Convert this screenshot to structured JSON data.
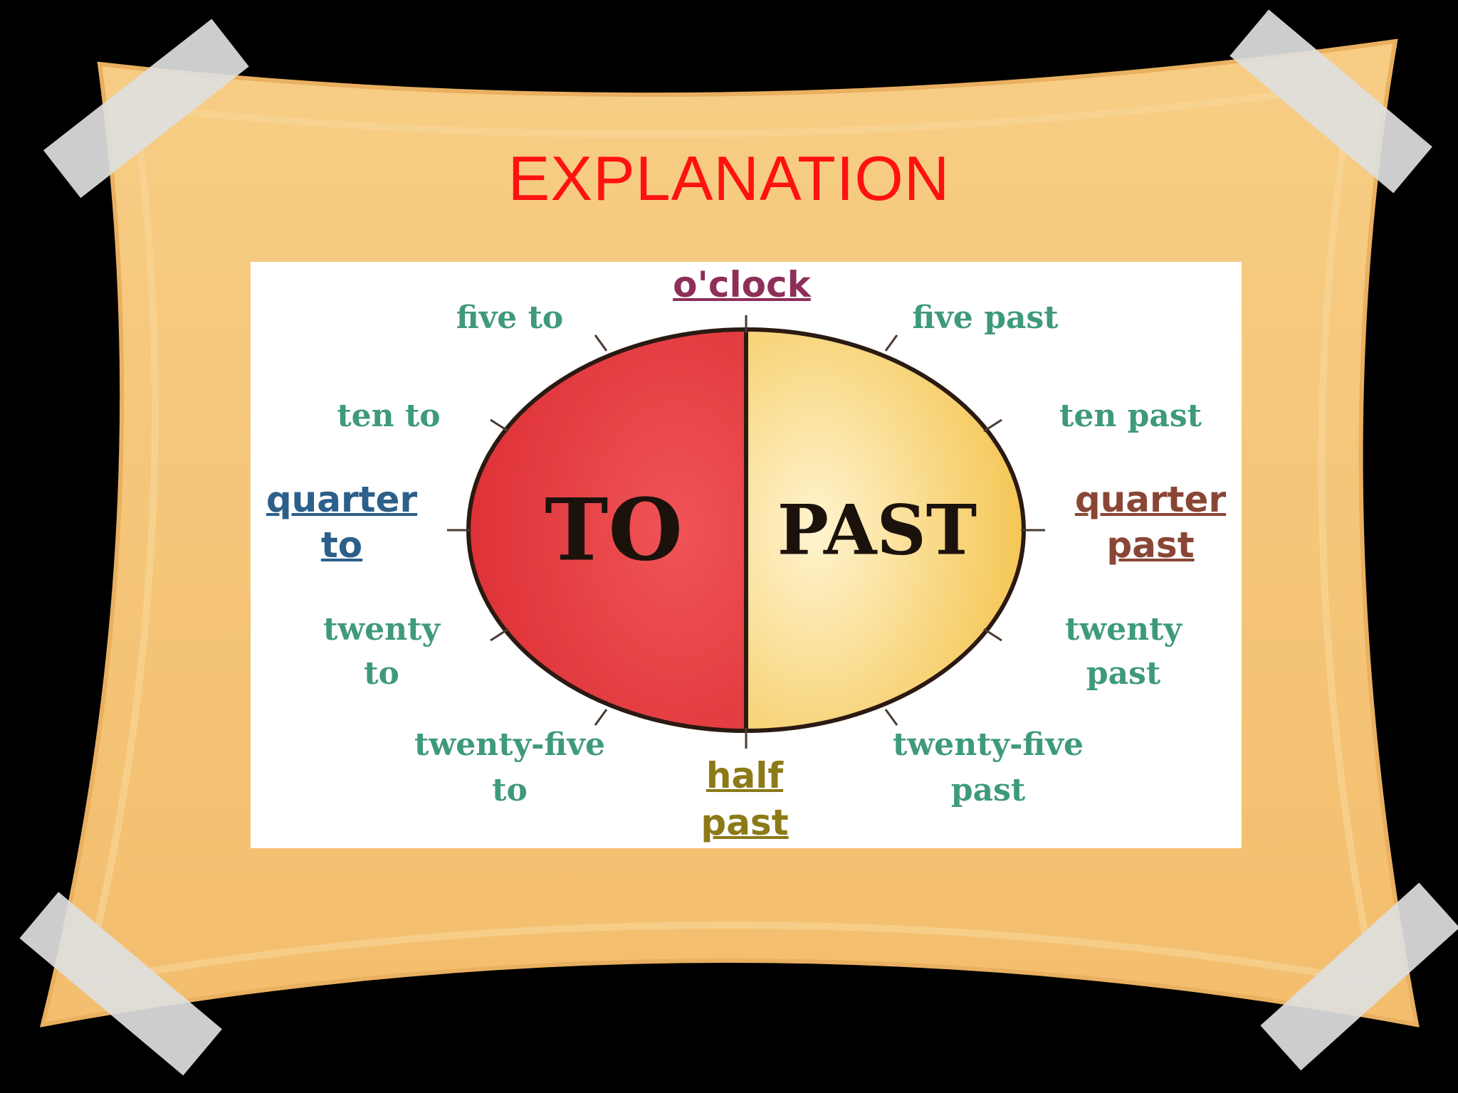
{
  "slide": {
    "title": "EXPLANATION",
    "colors": {
      "title": "#ff1111",
      "board": "#f6c77b",
      "background": "#000000",
      "tape": "#d8d8d8"
    }
  },
  "clock": {
    "center": {
      "to_word": "TO",
      "past_word": "PAST"
    },
    "key_labels": {
      "oclock": "o'clock",
      "quarter_to_line1": "quarter",
      "quarter_to_line2": "to",
      "quarter_past_line1": "quarter",
      "quarter_past_line2": "past",
      "half_past_line1": "half",
      "half_past_line2": "past"
    },
    "to_side": {
      "five": "five to",
      "ten": "ten to",
      "twenty_line1": "twenty",
      "twenty_line2": "to",
      "twenty_five_line1": "twenty-five",
      "twenty_five_line2": "to"
    },
    "past_side": {
      "five": "five past",
      "ten": "ten past",
      "twenty_line1": "twenty",
      "twenty_line2": "past",
      "twenty_five_line1": "twenty-five",
      "twenty_five_line2": "past"
    },
    "colors": {
      "to_half": "#e3393b",
      "past_half": "#f6d065",
      "minor_label": "#3e9a7a",
      "oclock": "#8e2f5a",
      "quarter_to": "#2c5f8a",
      "quarter_past": "#8a4635",
      "half_past": "#8c7a18"
    }
  }
}
